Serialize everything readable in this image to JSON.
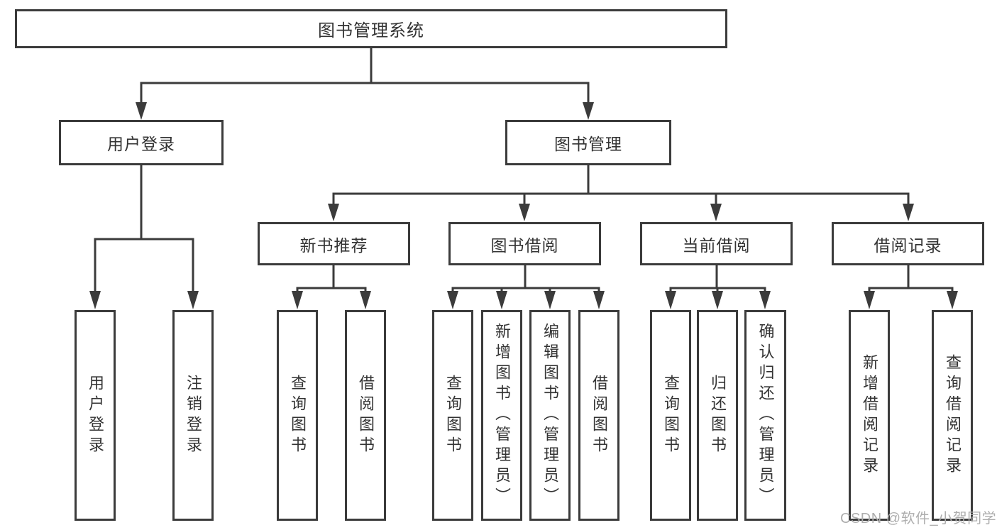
{
  "root": {
    "label": "图书管理系统"
  },
  "branches": {
    "user_login": {
      "label": "用户登录",
      "children": [
        "用户登录",
        "注销登录"
      ]
    },
    "book_management": {
      "label": "图书管理"
    }
  },
  "modules": [
    {
      "label": "新书推荐",
      "children": [
        "查询图书",
        "借阅图书"
      ]
    },
    {
      "label": "图书借阅",
      "children": [
        "查询图书",
        "新增图书（管理员）",
        "编辑图书（管理员）",
        "借阅图书"
      ]
    },
    {
      "label": "当前借阅",
      "children": [
        "查询图书",
        "归还图书",
        "确认归还（管理员）"
      ]
    },
    {
      "label": "借阅记录",
      "children": [
        "新增借阅记录",
        "查询借阅记录"
      ]
    }
  ],
  "watermark": "CSDN @软件_小贺同学",
  "colors": {
    "line": "#3b3b3b",
    "text": "#333333",
    "background": "#ffffff",
    "watermark": "#aeaeae"
  }
}
